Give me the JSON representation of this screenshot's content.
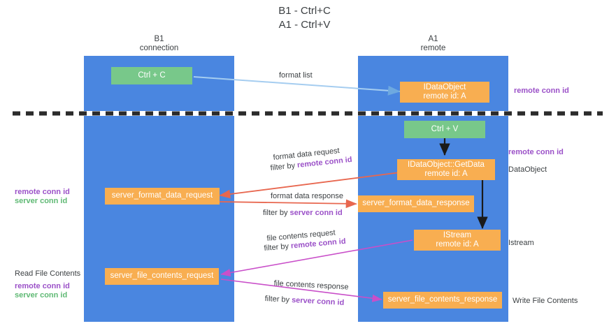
{
  "title": {
    "line1": "B1 - Ctrl+C",
    "line2": "A1 - Ctrl+V"
  },
  "columns": [
    {
      "id": "b1",
      "name": "B1",
      "role": "connection"
    },
    {
      "id": "a1",
      "name": "A1",
      "role": "remote"
    }
  ],
  "colors": {
    "lane": "#4a86e0",
    "node_orange": "#f8ae51",
    "node_green": "#78c88a",
    "text": "#3c4043",
    "purple": "#9b51c8",
    "green": "#5fb974",
    "arrow_blue": "#a5cdf0",
    "arrow_red": "#e8674f",
    "arrow_black": "#1a1a1a",
    "arrow_magenta": "#c94fc9",
    "divider": "#2b2b2b"
  },
  "nodes": {
    "ctrl_c": {
      "title": "Ctrl + C",
      "sub": ""
    },
    "idataobject_remote": {
      "title": "IDataObject",
      "sub": "remote id: A"
    },
    "ctrl_v": {
      "title": "Ctrl + V",
      "sub": ""
    },
    "getdata": {
      "title": "IDataObject::GetData",
      "sub": "remote id: A"
    },
    "server_format_data_request": {
      "title": "server_format_data_request",
      "sub": ""
    },
    "server_format_data_response": {
      "title": "server_format_data_response",
      "sub": ""
    },
    "istream": {
      "title": "IStream",
      "sub": "remote id: A"
    },
    "server_file_contents_request": {
      "title": "server_file_contents_request",
      "sub": ""
    },
    "server_file_contents_response": {
      "title": "server_file_contents_response",
      "sub": ""
    }
  },
  "edge_labels": {
    "format_list": "format list",
    "format_data_request": "format data request",
    "format_data_request_filter_prefix": "filter by ",
    "format_data_request_filter_key": "remote conn id",
    "format_data_response": "format data response",
    "format_data_response_filter_prefix": "filter by ",
    "format_data_response_filter_key": "server conn id",
    "file_contents_request": "file contents request",
    "file_contents_request_filter_prefix": "filter by ",
    "file_contents_request_filter_key": "remote conn id",
    "file_contents_response": "file contents response",
    "file_contents_response_filter_prefix": "filter by ",
    "file_contents_response_filter_key": "server conn id"
  },
  "right_annotations": [
    {
      "id": "remote-conn-id-top",
      "text": "remote conn id",
      "style": "purple"
    },
    {
      "id": "remote-conn-id-mid",
      "text": "remote conn id",
      "style": "purple"
    },
    {
      "id": "dataobject",
      "text": "DataObject",
      "style": "plain"
    },
    {
      "id": "istream",
      "text": "Istream",
      "style": "plain"
    },
    {
      "id": "write-file-contents",
      "text": "Write File Contents",
      "style": "plain"
    }
  ],
  "left_annotations": [
    {
      "id": "remote-conn-id-left",
      "text": "remote conn id",
      "style": "purple"
    },
    {
      "id": "server-conn-id-left",
      "text": "server conn id",
      "style": "green"
    },
    {
      "id": "read-file-contents",
      "text": "Read File Contents",
      "style": "plain"
    },
    {
      "id": "remote-conn-id-left-2",
      "text": "remote conn id",
      "style": "purple"
    },
    {
      "id": "server-conn-id-left-2",
      "text": "server conn id",
      "style": "green"
    }
  ]
}
